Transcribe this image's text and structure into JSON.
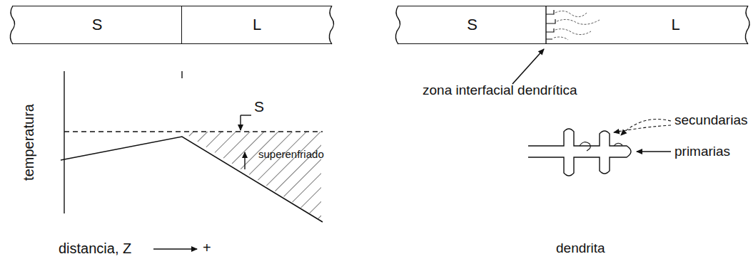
{
  "diagram": {
    "nodes": [
      {
        "text": [
          "S"
        ]
      },
      {
        "text": [
          "L"
        ]
      },
      {
        "text": [
          "S"
        ]
      },
      {
        "text": [
          "L"
        ]
      }
    ],
    "labels": [
      "temperatura",
      "S",
      "superenfriado",
      "distancia, Z",
      "+",
      "zona interfacial dendrítica",
      "secundarias",
      "primarias",
      "dendrita"
    ]
  }
}
